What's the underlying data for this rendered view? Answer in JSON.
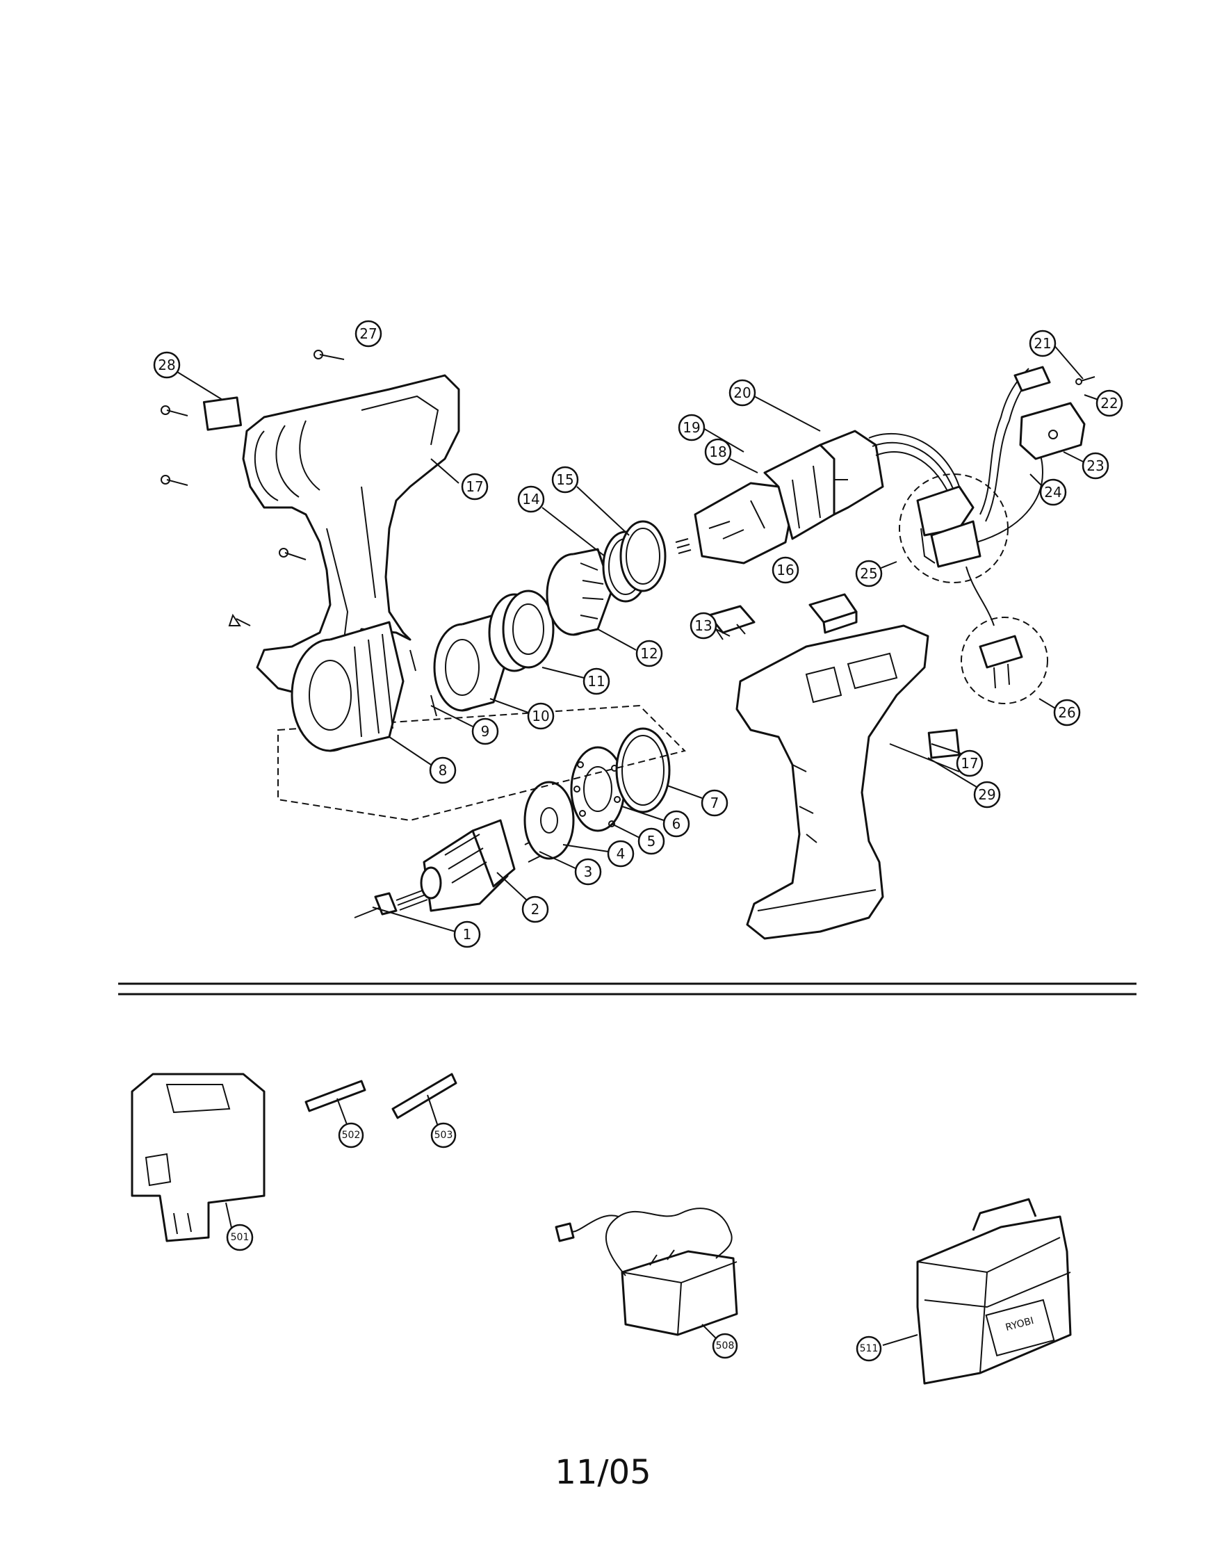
{
  "page_code": "11/05",
  "callouts": {
    "c1": "1",
    "c2": "2",
    "c3": "3",
    "c4": "4",
    "c5": "5",
    "c6": "6",
    "c7": "7",
    "c8": "8",
    "c9": "9",
    "c10": "10",
    "c11": "11",
    "c12": "12",
    "c13": "13",
    "c14": "14",
    "c15": "15",
    "c16": "16",
    "c17a": "17",
    "c17b": "17",
    "c18": "18",
    "c19": "19",
    "c20": "20",
    "c21": "21",
    "c22": "22",
    "c23": "23",
    "c24": "24",
    "c25": "25",
    "c26": "26",
    "c27": "27",
    "c28": "28",
    "c29": "29",
    "c501": "501",
    "c502": "502",
    "c503": "503",
    "c508": "508",
    "c511": "511"
  },
  "case_logo": "RYOBI"
}
